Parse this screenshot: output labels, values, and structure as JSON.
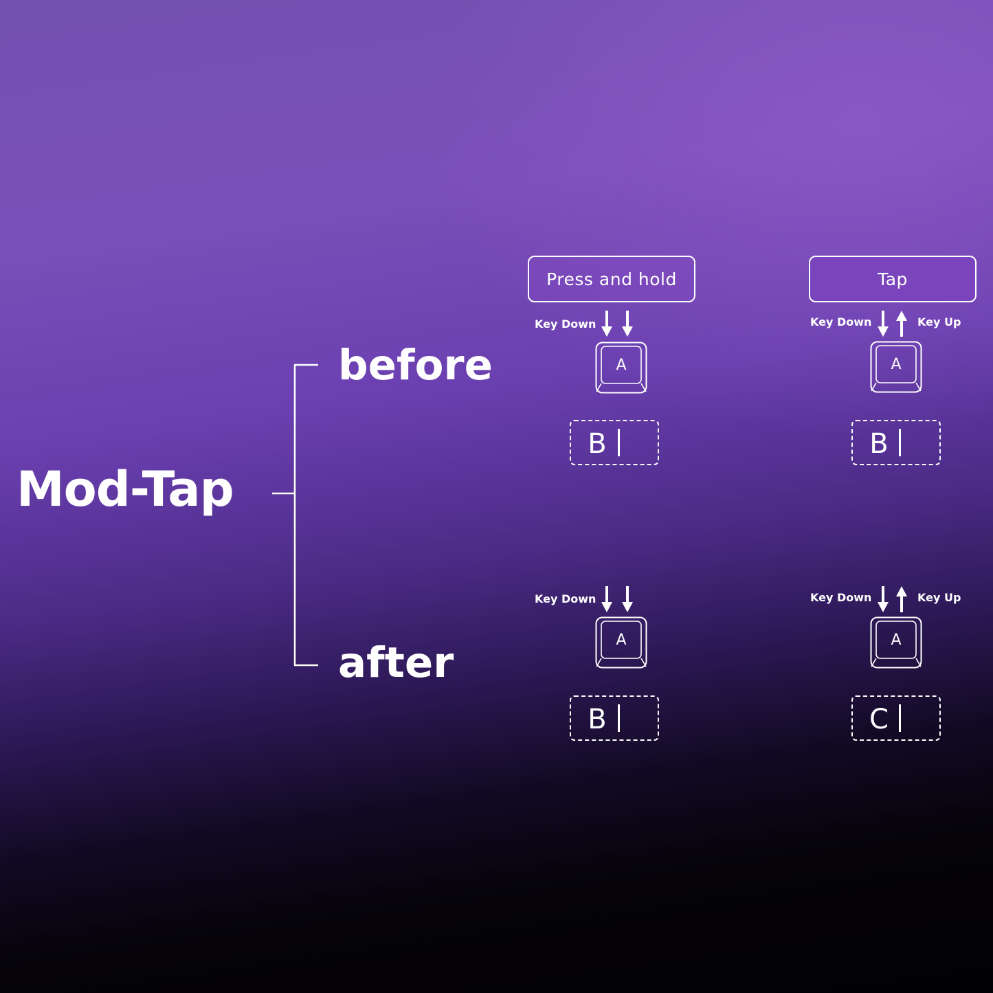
{
  "title": "Mod-Tap",
  "branches": {
    "before": "before",
    "after": "after"
  },
  "modes": {
    "hold": "Press and hold",
    "tap": "Tap"
  },
  "labels": {
    "key_down": "Key Down",
    "key_up": "Key Up"
  },
  "keys": {
    "input": "A"
  },
  "outputs": {
    "before_hold": "B",
    "before_tap": "B",
    "after_hold": "B",
    "after_tap": "C"
  },
  "icons": [
    "arrow-down-icon",
    "arrow-up-icon",
    "keycap-icon",
    "text-caret-icon"
  ]
}
